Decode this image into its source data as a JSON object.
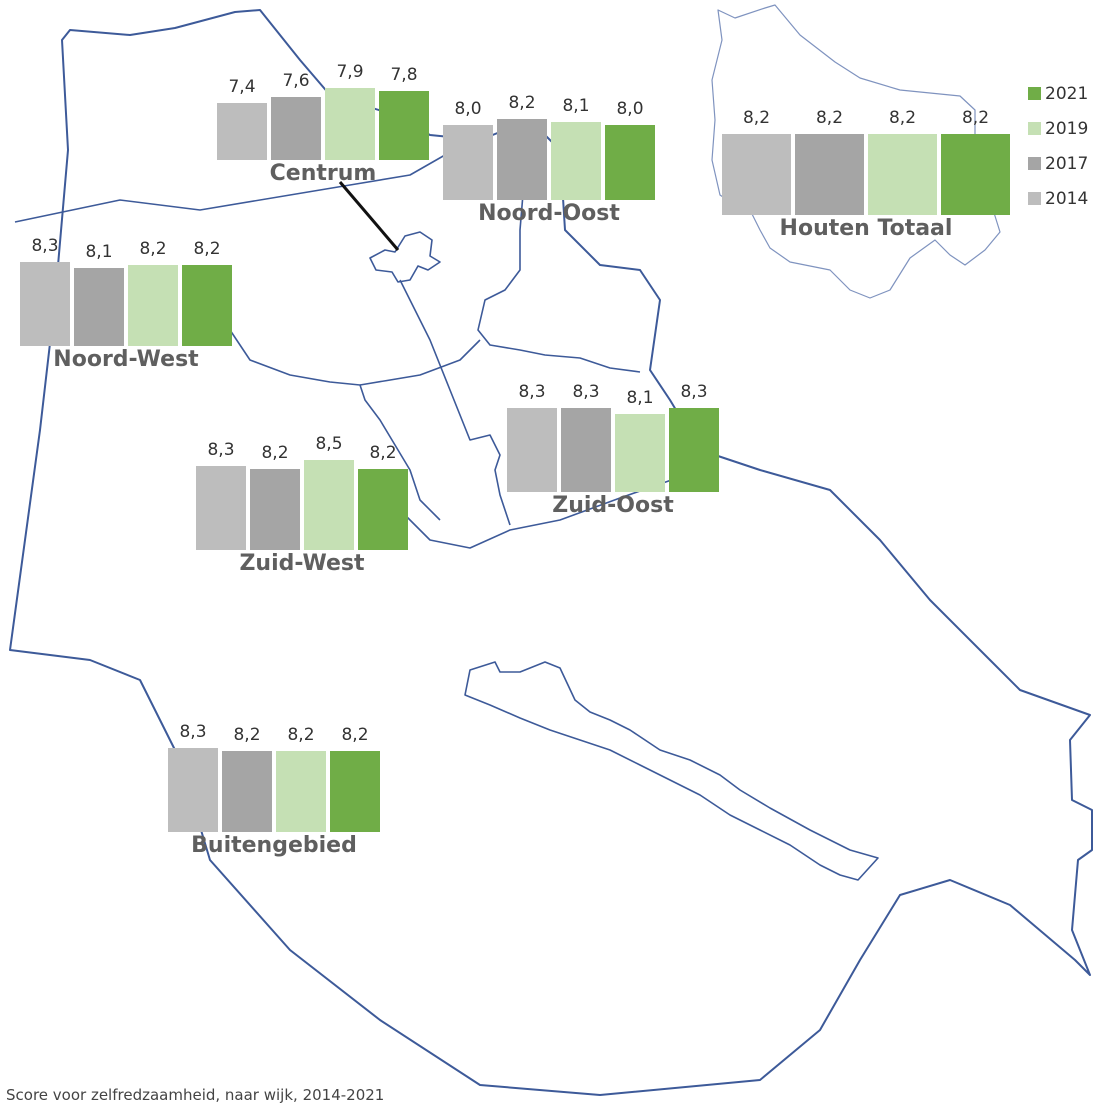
{
  "caption": "Score voor zelfredzaamheid, naar wijk, 2014-2021",
  "series_colors": {
    "2014": "#bdbdbd",
    "2017": "#a5a5a5",
    "2019": "#c5e0b4",
    "2021": "#70ad47"
  },
  "legend": [
    {
      "label": "2021",
      "color": "#70ad47"
    },
    {
      "label": "2019",
      "color": "#c5e0b4"
    },
    {
      "label": "2017",
      "color": "#a5a5a5"
    },
    {
      "label": "2014",
      "color": "#bdbdbd"
    }
  ],
  "chart_data": {
    "type": "bar",
    "series_order": [
      "2014",
      "2017",
      "2019",
      "2021"
    ],
    "districts": [
      {
        "name": "Centrum",
        "values": [
          "7,4",
          "7,6",
          "7,9",
          "7,8"
        ]
      },
      {
        "name": "Noord-Oost",
        "values": [
          "8,0",
          "8,2",
          "8,1",
          "8,0"
        ]
      },
      {
        "name": "Houten Totaal",
        "values": [
          "8,2",
          "8,2",
          "8,2",
          "8,2"
        ]
      },
      {
        "name": "Noord-West",
        "values": [
          "8,3",
          "8,1",
          "8,2",
          "8,2"
        ]
      },
      {
        "name": "Zuid-Oost",
        "values": [
          "8,3",
          "8,3",
          "8,1",
          "8,3"
        ]
      },
      {
        "name": "Zuid-West",
        "values": [
          "8,3",
          "8,2",
          "8,5",
          "8,2"
        ]
      },
      {
        "name": "Buitengebied",
        "values": [
          "8,3",
          "8,2",
          "8,2",
          "8,2"
        ]
      }
    ]
  }
}
